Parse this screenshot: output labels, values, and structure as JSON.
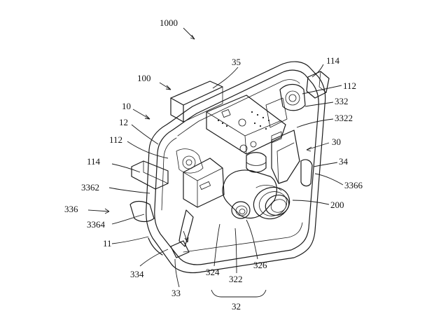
{
  "figure": {
    "labels": {
      "l1000": "1000",
      "l35": "35",
      "l114a": "114",
      "l100": "100",
      "l112a": "112",
      "l332": "332",
      "l10": "10",
      "l3322": "3322",
      "l12": "12",
      "l30": "30",
      "l112b": "112",
      "l34": "34",
      "l114b": "114",
      "l3366": "3366",
      "l3362": "3362",
      "l200": "200",
      "l336": "336",
      "l3364": "3364",
      "l11": "11",
      "l334": "334",
      "l324": "324",
      "l326": "326",
      "l322": "322",
      "l33": "33",
      "l32": "32"
    }
  }
}
